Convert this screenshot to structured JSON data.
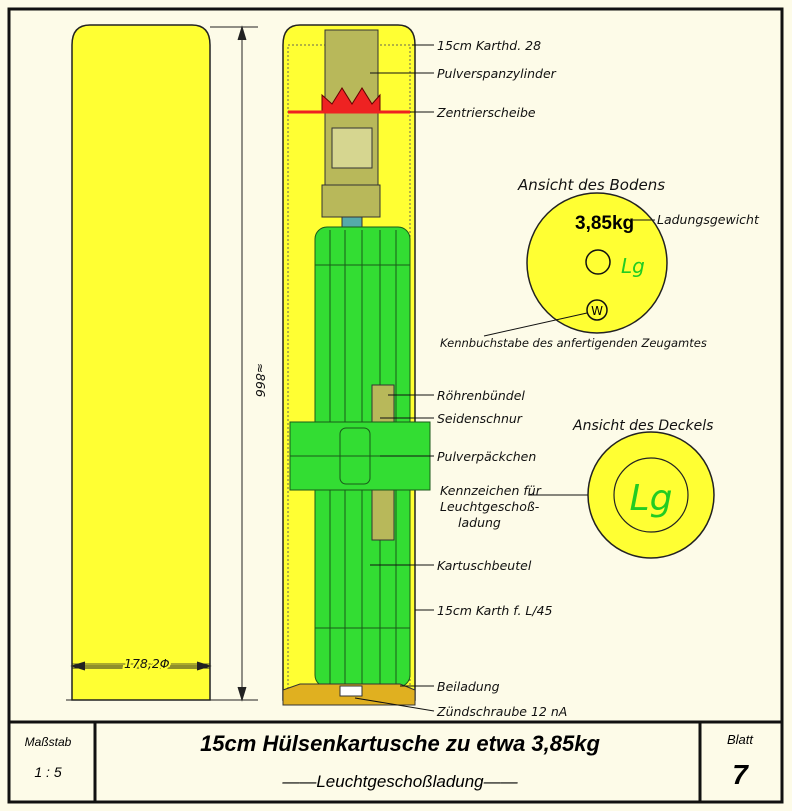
{
  "labels": {
    "kartuschhuelse_top": "15cm Karthd. 28",
    "pulverspanzylinder": "Pulverspanzylinder",
    "zentrierscheibe": "Zentrierscheibe",
    "roehrenbuendel": "Röhrenbündel",
    "seidenschnur": "Seidenschnur",
    "pulverpaeckchen": "Pulverpäckchen",
    "kennzeichen_1": "Kennzeichen für",
    "kennzeichen_2": "Leuchtgeschoß-",
    "kennzeichen_3": "ladung",
    "kartuschbeutel": "Kartuschbeutel",
    "karth": "15cm Karth f. L/45",
    "beiladung": "Beiladung",
    "zuendschraube": "Zündschraube 12 nA"
  },
  "dimensions": {
    "length": "≈866",
    "diameter": "178,2Φ"
  },
  "bottom_view": {
    "title": "Ansicht des Bodens",
    "weight": "3,85kg",
    "weight_label": "Ladungsgewicht",
    "mark": "Lg",
    "letter": "W",
    "letter_label": "Kennbuchstabe des anfertigenden Zeugamtes"
  },
  "lid_view": {
    "title": "Ansicht des Deckels",
    "mark": "Lg"
  },
  "title_block": {
    "scale_label": "Maßstab",
    "scale": "1 : 5",
    "title": "15cm Hülsenkartusche zu etwa 3,85kg",
    "subtitle": "——Leuchtgeschoßladung——",
    "sheet_label": "Blatt",
    "sheet": "7"
  },
  "colors": {
    "casing": "#ffff33",
    "charge": "#33dd33",
    "spacer": "#b8b85a",
    "red": "#ee2222",
    "mark": "#22cc22"
  }
}
